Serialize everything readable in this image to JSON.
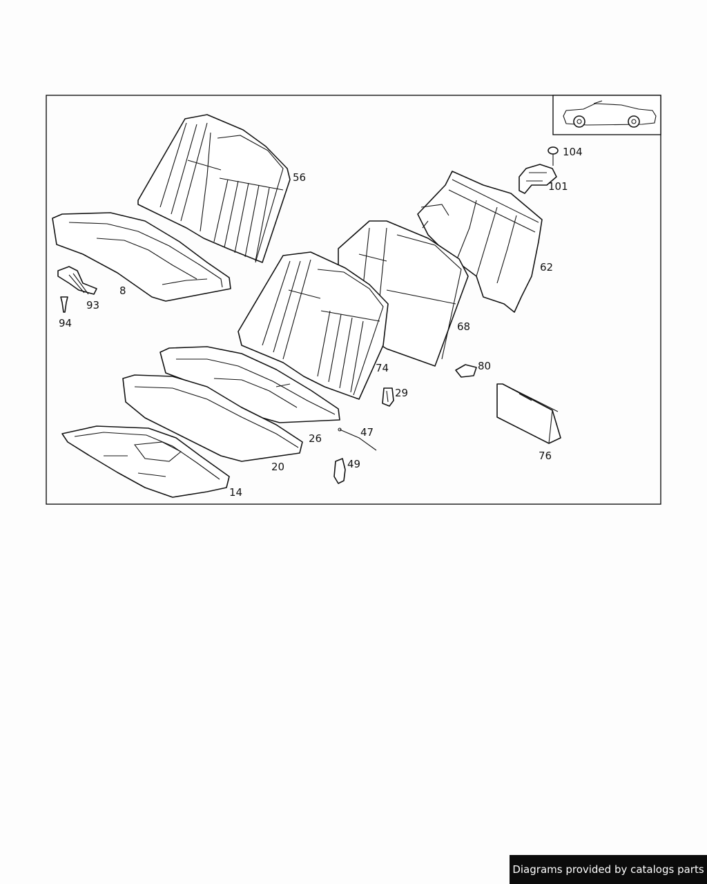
{
  "diagram": {
    "labels": {
      "p56": "56",
      "p104": "104",
      "p101": "101",
      "p8": "8",
      "p93": "93",
      "p94": "94",
      "p62": "62",
      "p68": "68",
      "p80": "80",
      "p74": "74",
      "p29": "29",
      "p47": "47",
      "p26": "26",
      "p76": "76",
      "p20": "20",
      "p49": "49",
      "p14": "14"
    }
  },
  "footer": {
    "credit": "Diagrams provided by catalogs parts"
  }
}
